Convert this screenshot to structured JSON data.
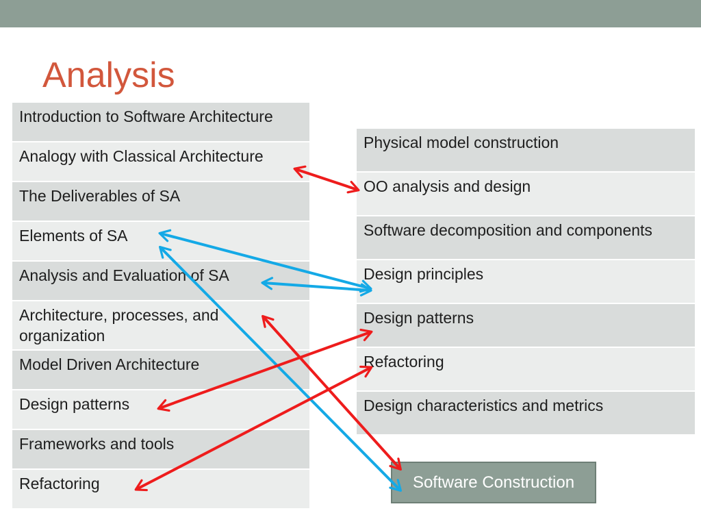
{
  "title": "Analysis",
  "left_table": [
    "Introduction to Software Architecture",
    "Analogy with Classical Architecture",
    "The Deliverables of SA",
    "Elements of SA",
    "Analysis and Evaluation of SA",
    "Architecture, processes, and organization",
    "Model Driven Architecture",
    "Design patterns",
    "Frameworks and tools",
    "Refactoring"
  ],
  "right_table": [
    "Physical model construction",
    "OO analysis and design",
    "Software decomposition and components",
    "Design principles",
    "Design patterns",
    "Refactoring",
    "Design characteristics and metrics"
  ],
  "construction_box": "Software Construction",
  "colors": {
    "red_arrow": "#ee1c1c",
    "blue_arrow": "#14a9e6",
    "title": "#d2573c",
    "top_bar": "#8d9e95"
  }
}
